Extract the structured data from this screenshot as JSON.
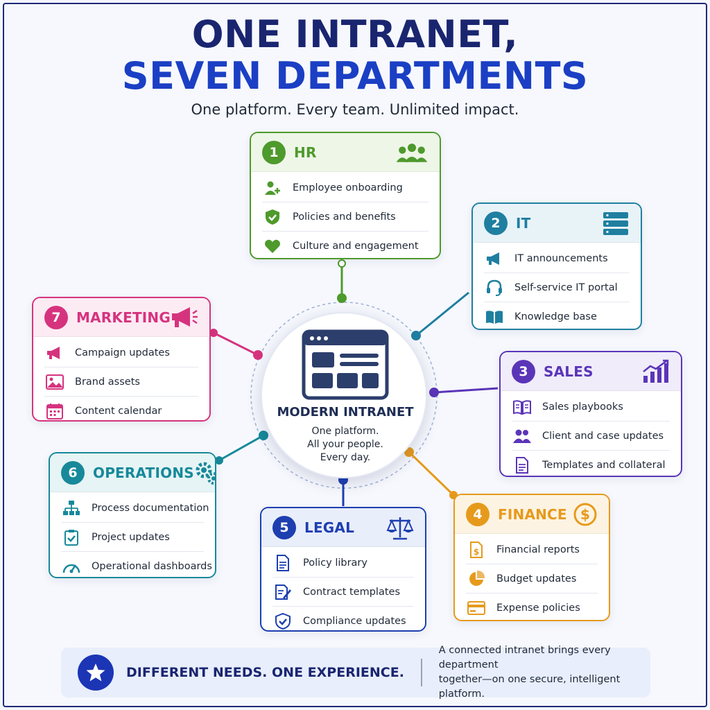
{
  "header": {
    "title_line1": "ONE INTRANET,",
    "title_line2": "SEVEN DEPARTMENTS",
    "subtitle": "One platform. Every team. Unlimited impact."
  },
  "center": {
    "title": "MODERN INTRANET",
    "line1": "One platform.",
    "line2": "All your people.",
    "line3": "Every day.",
    "icon": "browser-window-icon"
  },
  "colors": {
    "hr": "#4e9a2c",
    "it": "#1f7fa0",
    "sales": "#5b35b8",
    "finance": "#e69a1c",
    "legal": "#1d3fb0",
    "operations": "#17899a",
    "marketing": "#d6337f",
    "navy": "#1a2570",
    "accent": "#1b3fc4"
  },
  "departments": {
    "hr": {
      "number": "1",
      "name": "HR",
      "icon": "team-icon",
      "items": [
        {
          "label": "Employee onboarding",
          "icon": "user-add-icon"
        },
        {
          "label": "Policies and benefits",
          "icon": "shield-check-icon"
        },
        {
          "label": "Culture and engagement",
          "icon": "heart-icon"
        }
      ]
    },
    "it": {
      "number": "2",
      "name": "IT",
      "icon": "server-icon",
      "items": [
        {
          "label": "IT announcements",
          "icon": "megaphone-icon"
        },
        {
          "label": "Self-service IT portal",
          "icon": "headset-icon"
        },
        {
          "label": "Knowledge base",
          "icon": "book-icon"
        }
      ]
    },
    "sales": {
      "number": "3",
      "name": "SALES",
      "icon": "growth-chart-icon",
      "items": [
        {
          "label": "Sales playbooks",
          "icon": "open-book-icon"
        },
        {
          "label": "Client and case updates",
          "icon": "users-icon"
        },
        {
          "label": "Templates and collateral",
          "icon": "document-icon"
        }
      ]
    },
    "finance": {
      "number": "4",
      "name": "FINANCE",
      "icon": "dollar-coin-icon",
      "items": [
        {
          "label": "Financial reports",
          "icon": "dollar-file-icon"
        },
        {
          "label": "Budget updates",
          "icon": "pie-chart-icon"
        },
        {
          "label": "Expense policies",
          "icon": "card-icon"
        }
      ]
    },
    "legal": {
      "number": "5",
      "name": "LEGAL",
      "icon": "scales-icon",
      "items": [
        {
          "label": "Policy library",
          "icon": "document-icon"
        },
        {
          "label": "Contract templates",
          "icon": "contract-edit-icon"
        },
        {
          "label": "Compliance updates",
          "icon": "shield-check-icon"
        }
      ]
    },
    "operations": {
      "number": "6",
      "name": "OPERATIONS",
      "icon": "gears-icon",
      "items": [
        {
          "label": "Process documentation",
          "icon": "flowchart-icon"
        },
        {
          "label": "Project updates",
          "icon": "clipboard-check-icon"
        },
        {
          "label": "Operational dashboards",
          "icon": "gauge-icon"
        }
      ]
    },
    "marketing": {
      "number": "7",
      "name": "MARKETING",
      "icon": "megaphone-icon",
      "items": [
        {
          "label": "Campaign updates",
          "icon": "megaphone-icon"
        },
        {
          "label": "Brand assets",
          "icon": "image-icon"
        },
        {
          "label": "Content calendar",
          "icon": "calendar-icon"
        }
      ]
    }
  },
  "footer": {
    "headline": "DIFFERENT NEEDS. ONE EXPERIENCE.",
    "line1": "A connected intranet brings every department",
    "line2": "together—on one secure, intelligent platform.",
    "icon": "star-icon"
  }
}
